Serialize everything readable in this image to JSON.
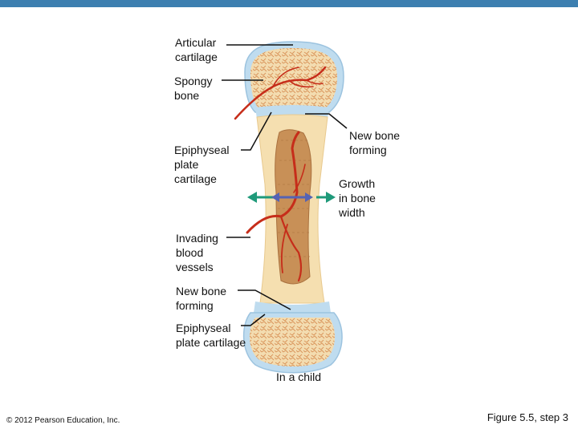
{
  "labels": {
    "articular_cartilage": "Articular\ncartilage",
    "spongy_bone": "Spongy\nbone",
    "epiphyseal_plate_cartilage_upper": "Epiphyseal\nplate\ncartilage",
    "new_bone_forming_upper": "New bone\nforming",
    "growth_in_bone_width": "Growth\nin bone\nwidth",
    "invading_blood_vessels": "Invading\nblood\nvessels",
    "new_bone_forming_lower": "New bone\nforming",
    "epiphyseal_plate_cartilage_lower": "Epiphyseal\nplate cartilage"
  },
  "caption": "In a child",
  "copyright": "© 2012 Pearson Education, Inc.",
  "figure_label": "Figure 5.5, step 3",
  "colors": {
    "top_bar": "#3d7fb0",
    "cartilage": "#bfdcef",
    "bone": "#f5dfb0",
    "spongy": "#e3a86a",
    "marrow": "#c89057",
    "vessel": "#c62d1a",
    "arrow_out": "#1f9a7a",
    "arrow_in": "#5563b4"
  }
}
